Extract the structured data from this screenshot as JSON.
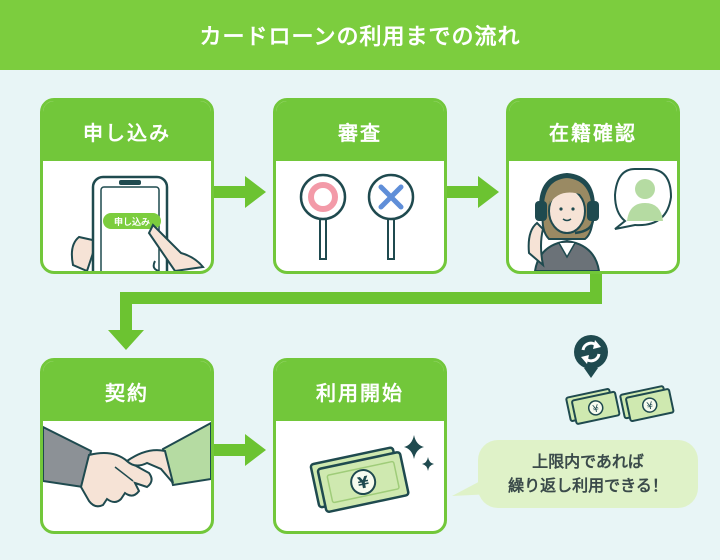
{
  "header": {
    "title": "カードローンの利用までの流れ"
  },
  "steps": [
    {
      "label": "申し込み"
    },
    {
      "label": "審査"
    },
    {
      "label": "在籍確認"
    },
    {
      "label": "契約"
    },
    {
      "label": "利用開始"
    }
  ],
  "phone": {
    "button_label": "申し込み"
  },
  "bubble": {
    "line1": "上限内であれば",
    "line2": "繰り返し利用できる！"
  },
  "icons": [
    "circle-paddle-icon",
    "cross-paddle-icon",
    "operator-headset-icon",
    "user-icon",
    "handshake-icon",
    "yen-banknote-icon",
    "sparkle-icon",
    "refresh-icon"
  ],
  "colors": {
    "accent": "#7ccd3e",
    "card_border": "#72c73a",
    "background": "#e8f5f6",
    "arrow": "#6cc331",
    "note_bubble": "#dff2c8"
  }
}
